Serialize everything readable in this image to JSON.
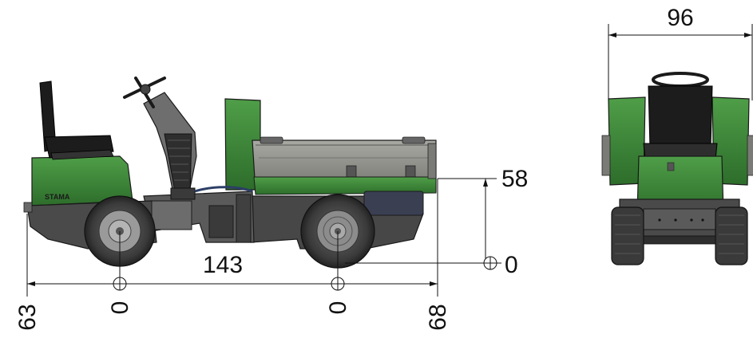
{
  "dimensions": {
    "overall_width": "96",
    "dump_height": "58",
    "ground_zero": "0",
    "wheelbase": "143",
    "front_overhang": "63",
    "front_axle_zero": "0",
    "rear_axle_zero": "0",
    "rear_overhang": "68"
  },
  "vehicle": {
    "brand_mark": "STAMA"
  },
  "colors": {
    "body_green": "#3e8a3a",
    "body_green_dark": "#2a6a2a",
    "chassis_gray": "#4a4a4a",
    "chassis_dark": "#2e2e2e",
    "tire": "#3a3a3a",
    "rim": "#9a9a9a",
    "seat": "#1c1c1c",
    "bed_gray": "#8a8a86",
    "dimension_line": "#111111"
  },
  "icons": [
    "datum-circle-icon",
    "dimension-arrow-icon"
  ]
}
